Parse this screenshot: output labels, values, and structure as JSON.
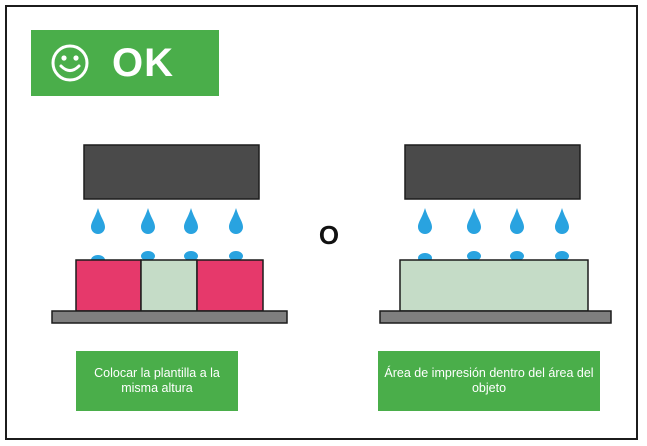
{
  "badge": {
    "label": "OK",
    "icon": "smiley-face-icon"
  },
  "separator": {
    "label": "O"
  },
  "left_panel": {
    "caption": "Colocar la plantilla a la misma altura"
  },
  "right_panel": {
    "caption": "Área de impresión dentro del área del objeto"
  },
  "colors": {
    "green": "#4aae4a",
    "printhead": "#4a4a4a",
    "ink_drop": "#29a3e0",
    "stencil": "#e6396b",
    "object": "#c5dcc7",
    "platform": "#7f7f7f",
    "outline": "#1c1c1c"
  }
}
